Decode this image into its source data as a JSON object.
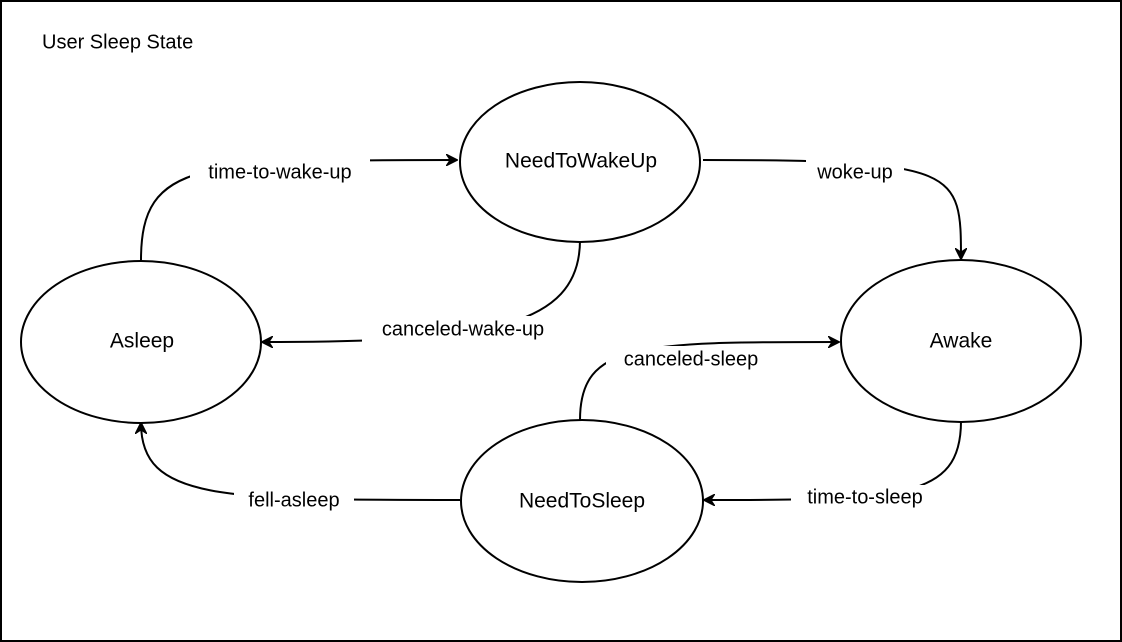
{
  "title": "User Sleep State",
  "states": {
    "need_to_wake_up": "NeedToWakeUp",
    "asleep": "Asleep",
    "awake": "Awake",
    "need_to_sleep": "NeedToSleep"
  },
  "transitions": {
    "time_to_wake_up": "time-to-wake-up",
    "woke_up": "woke-up",
    "canceled_wake_up": "canceled-wake-up",
    "canceled_sleep": "canceled-sleep",
    "time_to_sleep": "time-to-sleep",
    "fell_asleep": "fell-asleep"
  },
  "colors": {
    "stroke": "#000000",
    "fill": "#ffffff"
  }
}
